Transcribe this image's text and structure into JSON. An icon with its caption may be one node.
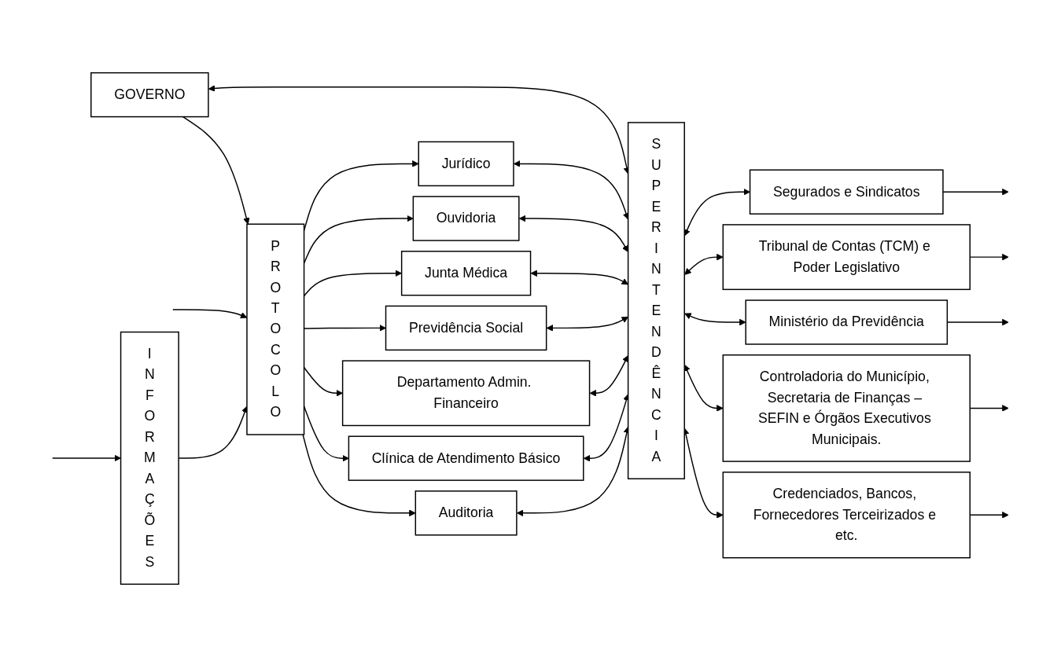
{
  "diagram": {
    "nodes": [
      {
        "text": [
          "GOVERNO"
        ]
      },
      {
        "text": [
          "INFORMAÇÕES"
        ]
      },
      {
        "text": [
          "PROTOCOLO"
        ]
      },
      {
        "text": [
          "Jurídico"
        ]
      },
      {
        "text": [
          "Ouvidoria"
        ]
      },
      {
        "text": [
          "Junta Médica"
        ]
      },
      {
        "text": [
          "Previdência Social"
        ]
      },
      {
        "text": [
          "Departamento Admin. Financeiro"
        ]
      },
      {
        "text": [
          "Clínica de Atendimento Básico"
        ]
      },
      {
        "text": [
          "Auditoria"
        ]
      },
      {
        "text": [
          "SUPERINTENDÊNCIA"
        ]
      },
      {
        "text": [
          "Segurados e Sindicatos"
        ]
      },
      {
        "text": [
          "Tribunal de Contas (TCM) e Poder Legislativo"
        ]
      },
      {
        "text": [
          "Ministério da Previdência"
        ]
      },
      {
        "text": [
          "Controladoria do Município, Secretaria de Finanças – SEFIN e Órgãos Executivos Municipais."
        ]
      },
      {
        "text": [
          "Credenciados, Bancos, Fornecedores Terceirizados e etc."
        ]
      }
    ],
    "edges": [
      {
        "from": 0,
        "to": 2,
        "arrow": "to"
      },
      {
        "from": 0,
        "to": 10,
        "arrow": "both"
      },
      {
        "from": null,
        "to": 1,
        "arrow": "to"
      },
      {
        "from": null,
        "to": 2,
        "arrow": "to"
      },
      {
        "from": 1,
        "to": 2,
        "arrow": "to"
      },
      {
        "from": 2,
        "to": 3,
        "arrow": "to"
      },
      {
        "from": 2,
        "to": 4,
        "arrow": "to"
      },
      {
        "from": 2,
        "to": 5,
        "arrow": "to"
      },
      {
        "from": 2,
        "to": 6,
        "arrow": "to"
      },
      {
        "from": 2,
        "to": 7,
        "arrow": "to"
      },
      {
        "from": 2,
        "to": 8,
        "arrow": "to"
      },
      {
        "from": 2,
        "to": 9,
        "arrow": "to"
      },
      {
        "from": 3,
        "to": 10,
        "arrow": "both"
      },
      {
        "from": 4,
        "to": 10,
        "arrow": "both"
      },
      {
        "from": 5,
        "to": 10,
        "arrow": "both"
      },
      {
        "from": 6,
        "to": 10,
        "arrow": "both"
      },
      {
        "from": 7,
        "to": 10,
        "arrow": "both"
      },
      {
        "from": 8,
        "to": 10,
        "arrow": "both"
      },
      {
        "from": 9,
        "to": 10,
        "arrow": "both"
      },
      {
        "from": 10,
        "to": 11,
        "arrow": "both"
      },
      {
        "from": 10,
        "to": 12,
        "arrow": "both"
      },
      {
        "from": 10,
        "to": 13,
        "arrow": "both"
      },
      {
        "from": 10,
        "to": 14,
        "arrow": "both"
      },
      {
        "from": 10,
        "to": 15,
        "arrow": "both"
      },
      {
        "from": 11,
        "to": null,
        "arrow": "to"
      },
      {
        "from": 12,
        "to": null,
        "arrow": "to"
      },
      {
        "from": 13,
        "to": null,
        "arrow": "to"
      },
      {
        "from": 14,
        "to": null,
        "arrow": "to"
      },
      {
        "from": 15,
        "to": null,
        "arrow": "to"
      }
    ]
  }
}
